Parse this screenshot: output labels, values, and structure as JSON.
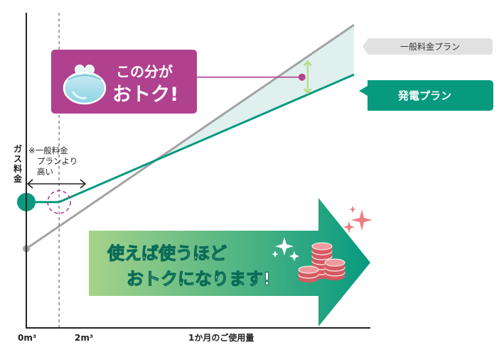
{
  "chart_data": {
    "type": "line",
    "title": "",
    "xlabel": "1か月のご使用量",
    "ylabel": "ガス料金",
    "x_ticks": [
      "0m³",
      "2m³"
    ],
    "xlim": [
      0,
      20
    ],
    "ylim": [
      0,
      100
    ],
    "grid": false,
    "legend": "right-of-lines",
    "series": [
      {
        "name": "一般料金プラン",
        "color": "#a3a3a3",
        "label_bg": "#e1e1e1",
        "x": [
          0,
          20
        ],
        "y": [
          20,
          92
        ]
      },
      {
        "name": "発電プラン",
        "color": "#079a7f",
        "label_bg": "#079a7f",
        "x": [
          0,
          2,
          20
        ],
        "y": [
          35,
          35,
          76
        ]
      }
    ],
    "gap_fill": "#dff0ee",
    "marker_color": "#b0418e"
  },
  "labels": {
    "note_lines": [
      "※一般料金",
      "プランより",
      "高い"
    ],
    "callout_line1": "この分が",
    "callout_line2": "おトク!",
    "arrow_line1": "使えば使うほど",
    "arrow_line2": "おトクになります!"
  },
  "colors": {
    "callout_bg": "#b0418e",
    "arrow_start": "#a6d389",
    "arrow_end": "#079a7f",
    "arrow_text": "#ffffff",
    "sparkle": "#ee7c82",
    "coin": "#ef9a9d",
    "coin_dark": "#d55a62",
    "axis": "#222222"
  }
}
